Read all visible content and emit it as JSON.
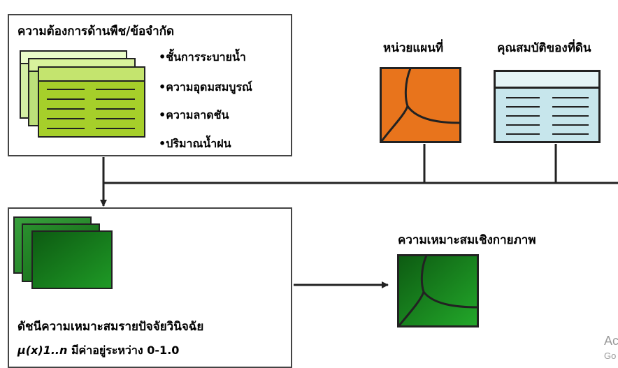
{
  "requirements": {
    "title": "ความต้องการด้านพืช/ข้อจำกัด",
    "criteria": [
      "•ชั้นการระบายน้ำ",
      "•ความอุดมสมบูรณ์",
      "•ความลาดชัน",
      "•ปริมาณน้ำฝน"
    ]
  },
  "inputs": {
    "map_unit_label": "หน่วยแผนที่",
    "soil_properties_label": "คุณสมบัติของที่ดิน"
  },
  "index": {
    "title": "ดัชนีความเหมาะสมรายปัจจัยวินิจฉัย",
    "range_symbol": "μ(x)1..n",
    "range_text": " มีค่าอยู่ระหว่าง 0-1.0"
  },
  "output": {
    "label": "ความเหมาะสมเชิงกายภาพ"
  },
  "watermark": {
    "line1": "Ac",
    "line2": "Go"
  },
  "colors": {
    "orange_map": "#e8741c",
    "light_blue_table": "#c7e6ec",
    "lime_table": "#a6cf2a",
    "green_map": "#1f8a24",
    "dark_green": "#0d5a12",
    "line": "#222222"
  }
}
